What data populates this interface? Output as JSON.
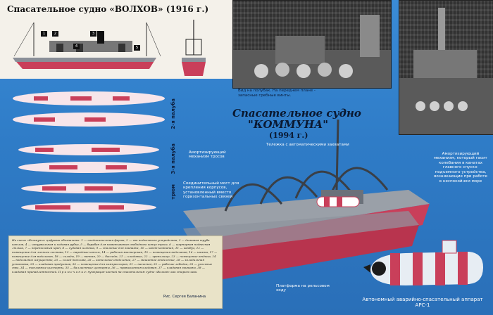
{
  "title_volkhov": "Спасательное судно «ВОЛХОВ» (1916 г.)",
  "title_kommuna_1": "Спасательное судно",
  "title_kommuna_2": "\"КОММУНА\"",
  "title_kommuna_year": "(1994 г.)",
  "photo_caption": "Вид на полубак. На переднем плане - запасные гребные винты.",
  "callouts": {
    "shock_absorber_left": "Амортизирующий механизм тросов",
    "trolley": "Тележка с автоматическими захватами",
    "bridge": "Соединительный мост для крепления корпусов, установленный вместо горизонтальных связей",
    "shock_absorber_right": "Амортизирующий механизм, который гасит колебания в канатах главного спуско-подъемного устройства, возникающие при работе в неспокойном море",
    "platform": "Платформа на рельсовом ходу"
  },
  "deck_labels": {
    "deck2": "2-я палуба",
    "deck3": "3-я палуба",
    "hold": "трюм"
  },
  "legend_text": "На схеме «Коммуны» цифрами обозначены: 1 — соединительная ферма, 2 — гак подъемного устройства, 3 — дымовая труба котлов, 4 — штурвальная и ходовая рубка, 5 — барабан для наматывания свободного конца троса, 6 — шарнирная подвесная люлька, 7 — переносимый кран, 8 — судовая шлюпка, 9 — спальные для экипажа, 10 — кают-компания, 11 — камбуз, 12 — помещение для личного состава, 13 — нарядные котлы, 14 — рабочая мастерская, 15 — помещения водолазов, 16 — шахта, 17 — помещение для водолазов, 18 — склады, 19 — ванная, 20 — бассейн, 21 — кладовые, 22 — хранилище, 23 — помещение отдыха, 24 — водолазное имущество, 25 — склад топлива, 26 — котельное отделение, 27 — машинное отделение, 28 — холодильная установка, 29 — кладовая продуктов, 30 — помещение для компрессоров, 31 — насосная, 32 — рабочие лебедки, 33 — угольные ямы, 34 — топливные цистерны, 35 — балластные цистерны, 36 — провизионная кладовая, 37 — кладовая экипажа, 38 — кладовая принадлежностей. П р и м е ч а н и е: нумерация частей на спасательном судне «Волхов» как старого шва.",
  "credit": "Рис. Сергея Баланина",
  "arc_caption": "Автономный аварийно-спасательный аппарат АРС-1",
  "label_3": "3",
  "colors": {
    "sea": "#2f7cc7",
    "hull_red": "#c93f5a",
    "hull_gray": "#8a8f98",
    "paper": "#f4f1ea"
  }
}
